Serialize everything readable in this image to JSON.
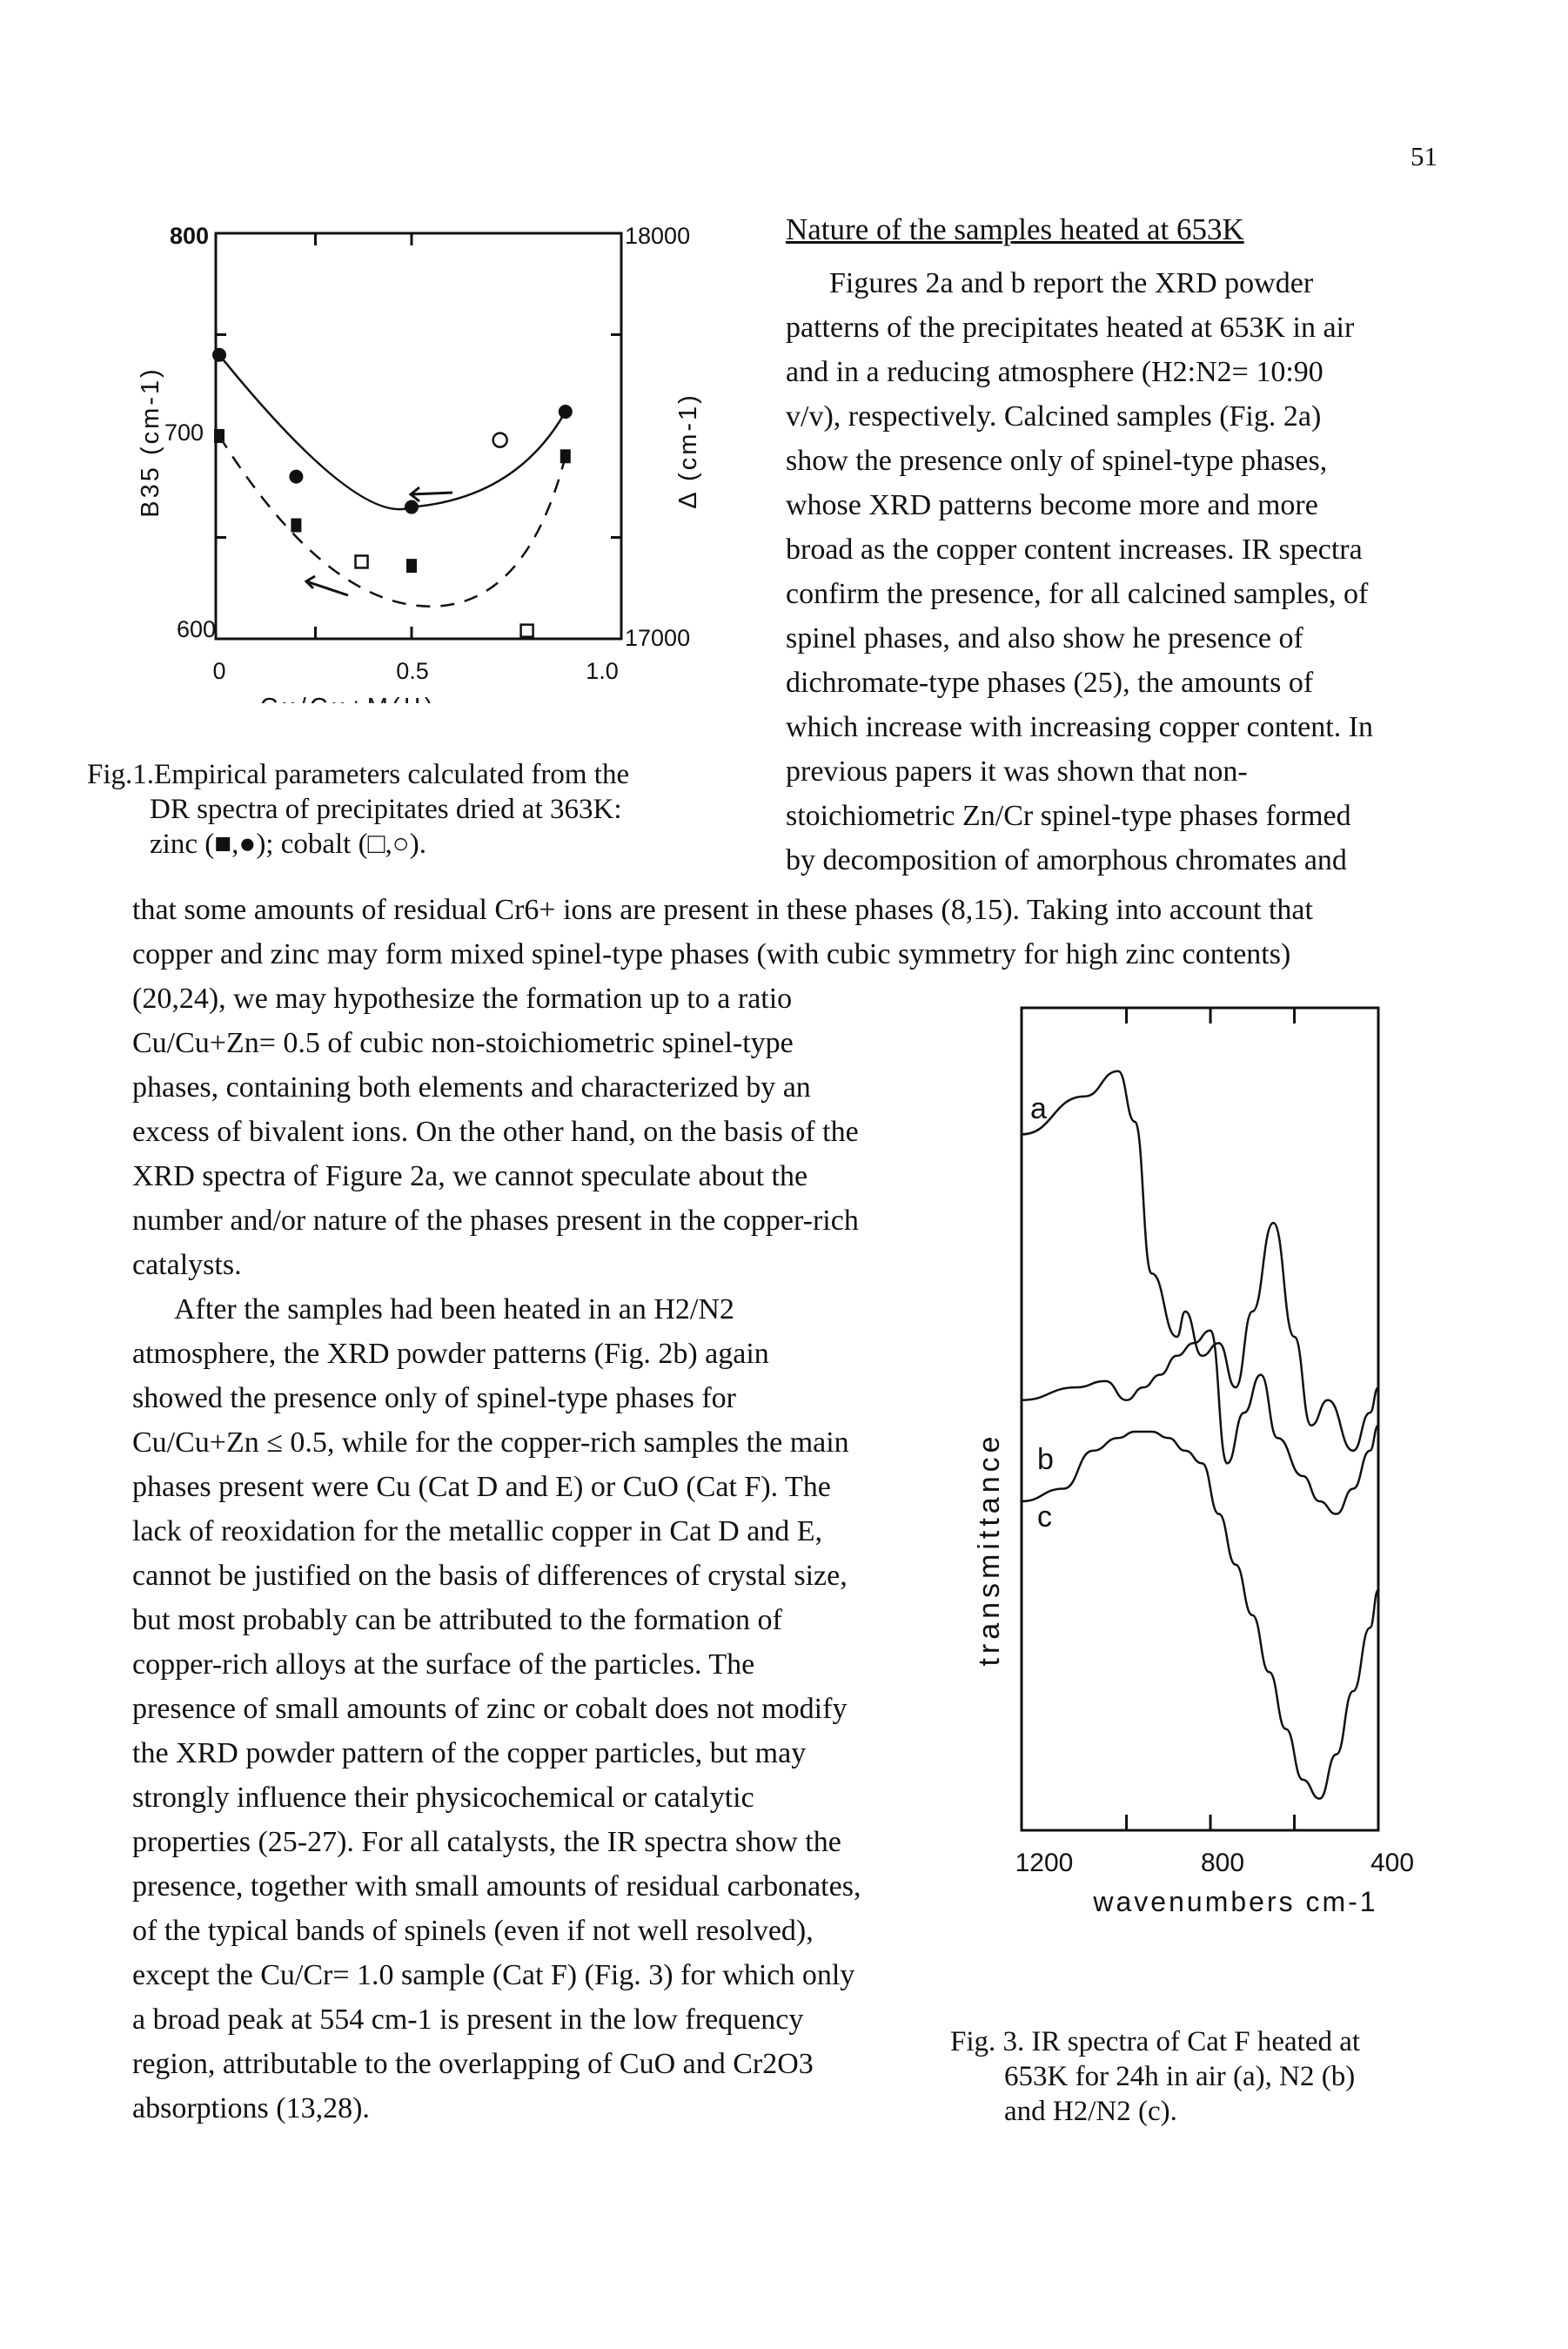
{
  "page_number": "51",
  "section_heading": "Nature of the samples heated at 653K",
  "para1": [
    "Figures 2a and b report the XRD powder",
    "patterns of the precipitates heated at 653K in air",
    "and in a reducing atmosphere (H2:N2= 10:90",
    "v/v), respectively. Calcined samples (Fig. 2a)",
    "show the presence only of spinel-type phases,",
    "whose XRD patterns become more and more",
    "broad as the copper content increases. IR spectra",
    "confirm the presence, for all calcined samples, of",
    "spinel phases, and also show he presence of",
    "dichromate-type phases (25), the amounts of",
    "which increase with increasing copper content. In",
    "previous papers it was shown that non-",
    "stoichiometric Zn/Cr spinel-type phases formed",
    "by decomposition of amorphous chromates and"
  ],
  "para1_full": [
    "that some amounts of residual Cr6+ ions are present in these phases (8,15). Taking into account that",
    "copper and zinc may form mixed spinel-type phases (with cubic symmetry for high zinc contents)"
  ],
  "para1_cont": [
    "(20,24), we may hypothesize the formation up to a ratio",
    "Cu/Cu+Zn= 0.5  of cubic non-stoichiometric spinel-type",
    "phases, containing both elements and characterized by an",
    "excess of bivalent ions. On the other hand, on the basis of the",
    "XRD spectra of Figure 2a, we cannot speculate about the",
    "number and/or nature of the phases present in the copper-rich",
    "catalysts."
  ],
  "para2": [
    "After the samples had been heated in an H2/N2",
    "atmosphere, the XRD powder patterns (Fig. 2b) again",
    "showed the presence only of spinel-type phases for",
    "Cu/Cu+Zn ≤ 0.5, while for the copper-rich samples the main",
    "phases present were Cu (Cat D and E) or CuO (Cat F). The",
    "lack of reoxidation for the metallic copper in Cat D and E,",
    "cannot be justified on the basis of differences of crystal size,",
    "but most probably can be attributed to the formation of",
    "copper-rich alloys at the surface of the particles. The",
    "presence of small amounts of zinc or cobalt does not modify",
    "the XRD powder pattern of the copper particles, but may",
    "strongly influence their physicochemical or catalytic",
    "properties (25-27). For all catalysts, the IR spectra show the",
    "presence, together with small amounts of residual carbonates,",
    "of the typical bands of spinels (even if not well resolved),",
    "except the Cu/Cr= 1.0 sample (Cat F) (Fig. 3) for which only",
    "a broad peak at 554 cm-1 is present in the low frequency",
    "region, attributable to the overlapping of CuO and Cr2O3",
    "absorptions (13,28)."
  ],
  "fig1_caption": {
    "label": "Fig.1.",
    "lines": [
      "Empirical parameters calculated from the",
      "DR spectra of precipitates dried at 363K:",
      "zinc (■,●); cobalt (□,○)."
    ]
  },
  "fig3_caption": {
    "label": "Fig. 3.",
    "lines": [
      "IR spectra of Cat F heated at",
      "653K for 24h in air (a), N2 (b)",
      "and H2/N2 (c)."
    ]
  },
  "chart_data": [
    {
      "type": "scatter",
      "xlabel": "Cu/Cu+M(II)",
      "ylabel": "B35 (cm-1)",
      "ylabel_right": "Δ (cm-1)",
      "xlim": [
        0,
        1.0
      ],
      "ylim": [
        600,
        800
      ],
      "ylim_right": [
        17000,
        18000
      ],
      "x_ticks": [
        "0",
        "0.5",
        "1.0"
      ],
      "y_ticks": [
        "800",
        "700",
        "600"
      ],
      "y_ticks_right": [
        "18000",
        "17000"
      ],
      "series": [
        {
          "name": "zinc (■)",
          "marker": "filled-square",
          "axis": "right",
          "x": [
            0,
            0.2,
            0.5,
            0.9
          ],
          "y": [
            17500,
            17280,
            17180,
            17450
          ]
        },
        {
          "name": "zinc (●)",
          "marker": "filled-circle",
          "axis": "left",
          "x": [
            0,
            0.2,
            0.5,
            0.9
          ],
          "y": [
            740,
            680,
            665,
            712
          ]
        },
        {
          "name": "cobalt (□)",
          "marker": "open-square",
          "axis": "right",
          "x": [
            0.37,
            0.8
          ],
          "y": [
            17190,
            17020
          ]
        },
        {
          "name": "cobalt (○)",
          "marker": "open-circle",
          "axis": "left",
          "x": [
            0.73
          ],
          "y": [
            698
          ]
        }
      ],
      "grid": false,
      "legend": "none"
    },
    {
      "type": "line",
      "xlabel": "wavenumbers cm-1",
      "ylabel": "transmittance",
      "x_ticks": [
        "1200",
        "800",
        "400"
      ],
      "xlim": [
        1250,
        400
      ],
      "series": [
        {
          "name": "a",
          "x": [
            1250,
            1100,
            1020,
            980,
            940,
            880,
            860,
            820,
            780,
            740,
            700,
            650,
            600,
            560,
            520,
            460,
            420,
            400
          ],
          "y": [
            80,
            86,
            90,
            82,
            58,
            48,
            52,
            45,
            47,
            40,
            52,
            66,
            48,
            34,
            38,
            30,
            36,
            40
          ]
        },
        {
          "name": "b",
          "x": [
            1250,
            1120,
            1050,
            1000,
            960,
            920,
            880,
            840,
            800,
            760,
            720,
            680,
            640,
            580,
            540,
            500,
            460,
            420,
            400
          ],
          "y": [
            38,
            40,
            41,
            38,
            40,
            42,
            45,
            47,
            49,
            28,
            36,
            42,
            32,
            26,
            22,
            20,
            24,
            30,
            34
          ]
        },
        {
          "name": "c",
          "x": [
            1250,
            1150,
            1080,
            1020,
            980,
            940,
            900,
            860,
            820,
            780,
            740,
            700,
            660,
            620,
            580,
            540,
            500,
            460,
            420,
            400
          ],
          "y": [
            22,
            24,
            30,
            32,
            33,
            33,
            32,
            30,
            28,
            20,
            12,
            4,
            -5,
            -14,
            -22,
            -25,
            -18,
            -8,
            2,
            8
          ]
        }
      ],
      "grid": false,
      "legend": "none"
    }
  ]
}
